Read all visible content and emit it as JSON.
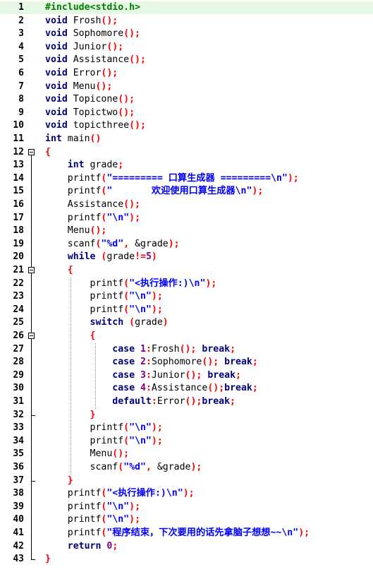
{
  "editor": {
    "highlight_line": 1,
    "lines": [
      {
        "n": "1",
        "tokens": [
          [
            "pp",
            "#include<stdio.h>"
          ]
        ]
      },
      {
        "n": "2",
        "tokens": [
          [
            "kw",
            "void"
          ],
          [
            "id",
            " Frosh"
          ],
          [
            "op",
            "();"
          ]
        ]
      },
      {
        "n": "3",
        "tokens": [
          [
            "kw",
            "void"
          ],
          [
            "id",
            " Sophomore"
          ],
          [
            "op",
            "();"
          ]
        ]
      },
      {
        "n": "4",
        "tokens": [
          [
            "kw",
            "void"
          ],
          [
            "id",
            " Junior"
          ],
          [
            "op",
            "();"
          ]
        ]
      },
      {
        "n": "5",
        "tokens": [
          [
            "kw",
            "void"
          ],
          [
            "id",
            " Assistance"
          ],
          [
            "op",
            "();"
          ]
        ]
      },
      {
        "n": "6",
        "tokens": [
          [
            "kw",
            "void"
          ],
          [
            "id",
            " Error"
          ],
          [
            "op",
            "();"
          ]
        ]
      },
      {
        "n": "7",
        "tokens": [
          [
            "kw",
            "void"
          ],
          [
            "id",
            " Menu"
          ],
          [
            "op",
            "();"
          ]
        ]
      },
      {
        "n": "8",
        "tokens": [
          [
            "kw",
            "void"
          ],
          [
            "id",
            " Topicone"
          ],
          [
            "op",
            "();"
          ]
        ]
      },
      {
        "n": "9",
        "tokens": [
          [
            "kw",
            "void"
          ],
          [
            "id",
            " Topictwo"
          ],
          [
            "op",
            "();"
          ]
        ]
      },
      {
        "n": "10",
        "tokens": [
          [
            "kw",
            "void"
          ],
          [
            "id",
            " topicthree"
          ],
          [
            "op",
            "();"
          ]
        ]
      },
      {
        "n": "11",
        "tokens": [
          [
            "kw",
            "int"
          ],
          [
            "id",
            " main"
          ],
          [
            "op",
            "()"
          ]
        ]
      },
      {
        "n": "12",
        "tokens": [
          [
            "op",
            "{"
          ]
        ]
      },
      {
        "n": "13",
        "tokens": [
          [
            "id",
            "    "
          ],
          [
            "kw",
            "int"
          ],
          [
            "id",
            " grade"
          ],
          [
            "op",
            ";"
          ]
        ]
      },
      {
        "n": "14",
        "tokens": [
          [
            "id",
            "    printf"
          ],
          [
            "op",
            "("
          ],
          [
            "str",
            "\"========= 口算生成器 =========\\n\""
          ],
          [
            "op",
            ");"
          ]
        ]
      },
      {
        "n": "15",
        "tokens": [
          [
            "id",
            "    printf"
          ],
          [
            "op",
            "("
          ],
          [
            "str",
            "\"       欢迎使用口算生成器\\n\""
          ],
          [
            "op",
            ");"
          ]
        ]
      },
      {
        "n": "16",
        "tokens": [
          [
            "id",
            "    Assistance"
          ],
          [
            "op",
            "();"
          ]
        ]
      },
      {
        "n": "17",
        "tokens": [
          [
            "id",
            "    printf"
          ],
          [
            "op",
            "("
          ],
          [
            "str",
            "\"\\n\""
          ],
          [
            "op",
            ");"
          ]
        ]
      },
      {
        "n": "18",
        "tokens": [
          [
            "id",
            "    Menu"
          ],
          [
            "op",
            "();"
          ]
        ]
      },
      {
        "n": "19",
        "tokens": [
          [
            "id",
            "    scanf"
          ],
          [
            "op",
            "("
          ],
          [
            "str",
            "\"%d\""
          ],
          [
            "op",
            ","
          ],
          [
            "id",
            " &grade"
          ],
          [
            "op",
            ");"
          ]
        ]
      },
      {
        "n": "20",
        "tokens": [
          [
            "id",
            "    "
          ],
          [
            "kw",
            "while"
          ],
          [
            "id",
            " "
          ],
          [
            "op",
            "("
          ],
          [
            "id",
            "grade"
          ],
          [
            "op",
            "!="
          ],
          [
            "num",
            "5"
          ],
          [
            "op",
            ")"
          ]
        ]
      },
      {
        "n": "21",
        "tokens": [
          [
            "id",
            "    "
          ],
          [
            "op",
            "{"
          ]
        ]
      },
      {
        "n": "22",
        "tokens": [
          [
            "id",
            "        printf"
          ],
          [
            "op",
            "("
          ],
          [
            "str",
            "\"<执行操作:)\\n\""
          ],
          [
            "op",
            ");"
          ]
        ]
      },
      {
        "n": "23",
        "tokens": [
          [
            "id",
            "        printf"
          ],
          [
            "op",
            "("
          ],
          [
            "str",
            "\"\\n\""
          ],
          [
            "op",
            ");"
          ]
        ]
      },
      {
        "n": "24",
        "tokens": [
          [
            "id",
            "        printf"
          ],
          [
            "op",
            "("
          ],
          [
            "str",
            "\"\\n\""
          ],
          [
            "op",
            ");"
          ]
        ]
      },
      {
        "n": "25",
        "tokens": [
          [
            "id",
            "        "
          ],
          [
            "kw",
            "switch"
          ],
          [
            "id",
            " "
          ],
          [
            "op",
            "("
          ],
          [
            "id",
            "grade"
          ],
          [
            "op",
            ")"
          ]
        ]
      },
      {
        "n": "26",
        "tokens": [
          [
            "id",
            "        "
          ],
          [
            "op",
            "{"
          ]
        ]
      },
      {
        "n": "27",
        "tokens": [
          [
            "id",
            "            "
          ],
          [
            "kw",
            "case"
          ],
          [
            "id",
            " "
          ],
          [
            "num",
            "1"
          ],
          [
            "op",
            ":"
          ],
          [
            "id",
            "Frosh"
          ],
          [
            "op",
            "();"
          ],
          [
            "id",
            " "
          ],
          [
            "kw",
            "break"
          ],
          [
            "op",
            ";"
          ]
        ]
      },
      {
        "n": "28",
        "tokens": [
          [
            "id",
            "            "
          ],
          [
            "kw",
            "case"
          ],
          [
            "id",
            " "
          ],
          [
            "num",
            "2"
          ],
          [
            "op",
            ":"
          ],
          [
            "id",
            "Sophomore"
          ],
          [
            "op",
            "();"
          ],
          [
            "id",
            " "
          ],
          [
            "kw",
            "break"
          ],
          [
            "op",
            ";"
          ]
        ]
      },
      {
        "n": "29",
        "tokens": [
          [
            "id",
            "            "
          ],
          [
            "kw",
            "case"
          ],
          [
            "id",
            " "
          ],
          [
            "num",
            "3"
          ],
          [
            "op",
            ":"
          ],
          [
            "id",
            "Junior"
          ],
          [
            "op",
            "();"
          ],
          [
            "id",
            " "
          ],
          [
            "kw",
            "break"
          ],
          [
            "op",
            ";"
          ]
        ]
      },
      {
        "n": "30",
        "tokens": [
          [
            "id",
            "            "
          ],
          [
            "kw",
            "case"
          ],
          [
            "id",
            " "
          ],
          [
            "num",
            "4"
          ],
          [
            "op",
            ":"
          ],
          [
            "id",
            "Assistance"
          ],
          [
            "op",
            "();"
          ],
          [
            "kw",
            "break"
          ],
          [
            "op",
            ";"
          ]
        ]
      },
      {
        "n": "31",
        "tokens": [
          [
            "id",
            "            "
          ],
          [
            "kw",
            "default"
          ],
          [
            "op",
            ":"
          ],
          [
            "id",
            "Error"
          ],
          [
            "op",
            "();"
          ],
          [
            "kw",
            "break"
          ],
          [
            "op",
            ";"
          ]
        ]
      },
      {
        "n": "32",
        "tokens": [
          [
            "id",
            "        "
          ],
          [
            "op",
            "}"
          ]
        ]
      },
      {
        "n": "33",
        "tokens": [
          [
            "id",
            "        printf"
          ],
          [
            "op",
            "("
          ],
          [
            "str",
            "\"\\n\""
          ],
          [
            "op",
            ");"
          ]
        ]
      },
      {
        "n": "34",
        "tokens": [
          [
            "id",
            "        printf"
          ],
          [
            "op",
            "("
          ],
          [
            "str",
            "\"\\n\""
          ],
          [
            "op",
            ");"
          ]
        ]
      },
      {
        "n": "35",
        "tokens": [
          [
            "id",
            "        Menu"
          ],
          [
            "op",
            "();"
          ]
        ]
      },
      {
        "n": "36",
        "tokens": [
          [
            "id",
            "        scanf"
          ],
          [
            "op",
            "("
          ],
          [
            "str",
            "\"%d\""
          ],
          [
            "op",
            ","
          ],
          [
            "id",
            " &grade"
          ],
          [
            "op",
            ");"
          ]
        ]
      },
      {
        "n": "37",
        "tokens": [
          [
            "id",
            "    "
          ],
          [
            "op",
            "}"
          ]
        ]
      },
      {
        "n": "38",
        "tokens": [
          [
            "id",
            "    printf"
          ],
          [
            "op",
            "("
          ],
          [
            "str",
            "\"<执行操作:)\\n\""
          ],
          [
            "op",
            ");"
          ]
        ]
      },
      {
        "n": "39",
        "tokens": [
          [
            "id",
            "    printf"
          ],
          [
            "op",
            "("
          ],
          [
            "str",
            "\"\\n\""
          ],
          [
            "op",
            ");"
          ]
        ]
      },
      {
        "n": "40",
        "tokens": [
          [
            "id",
            "    printf"
          ],
          [
            "op",
            "("
          ],
          [
            "str",
            "\"\\n\""
          ],
          [
            "op",
            ");"
          ]
        ]
      },
      {
        "n": "41",
        "tokens": [
          [
            "id",
            "    printf"
          ],
          [
            "op",
            "("
          ],
          [
            "str",
            "\"程序结束，下次要用的话先拿脑子想想~~\\n\""
          ],
          [
            "op",
            ");"
          ]
        ]
      },
      {
        "n": "42",
        "tokens": [
          [
            "id",
            "    "
          ],
          [
            "kw",
            "return"
          ],
          [
            "id",
            " "
          ],
          [
            "num",
            "0"
          ],
          [
            "op",
            ";"
          ]
        ]
      },
      {
        "n": "43",
        "tokens": [
          [
            "op",
            "}"
          ]
        ]
      }
    ],
    "folds": [
      {
        "start": 12,
        "end": 43
      },
      {
        "start": 21,
        "end": 37
      },
      {
        "start": 26,
        "end": 32
      }
    ],
    "colors": {
      "keyword": "#000080",
      "preprocessor": "#008000",
      "string": "#0000ff",
      "operator": "#ff0000",
      "number": "#800080",
      "current_line": "#e6f7e6"
    }
  }
}
